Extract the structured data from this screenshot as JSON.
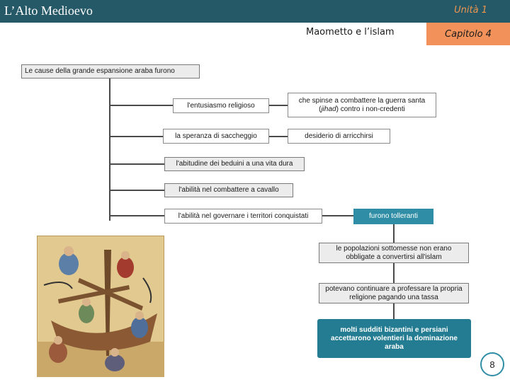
{
  "header": {
    "course_title": "L’Alto Medioevo",
    "unit": "Unità 1",
    "lesson_title": "Maometto e l’islam",
    "chapter": "Capitolo 4"
  },
  "diagram": {
    "root": "Le cause della grande espansione araba furono",
    "causes": [
      "l'entusiasmo religioso",
      "la speranza di saccheggio",
      "l'abitudine dei beduini a una vita dura",
      "l'abilità nel combattere a cavallo",
      "l'abilità nel governare i territori conquistati"
    ],
    "effects": {
      "religious_1": "che spinse a combattere la guerra santa",
      "religious_jihad": "jihad",
      "religious_2": "contro i non-credenti",
      "plunder": "desiderio di arricchirsi",
      "tolerance": "furono tolleranti",
      "no_conversion": "le popolazioni sottomesse non erano obbligate a convertirsi all'islam",
      "tax": "potevano continuare a professare la propria religione pagando una tassa",
      "acceptance": "molti sudditi bizantini e persiani accettarono volentieri la dominazione araba"
    }
  },
  "illustration": {
    "subject": "medieval manuscript painting of a siege ship"
  },
  "page_number": "8",
  "colors": {
    "header_bg": "#255968",
    "accent_orange": "#f2925a",
    "teal": "#2f8ea5"
  }
}
